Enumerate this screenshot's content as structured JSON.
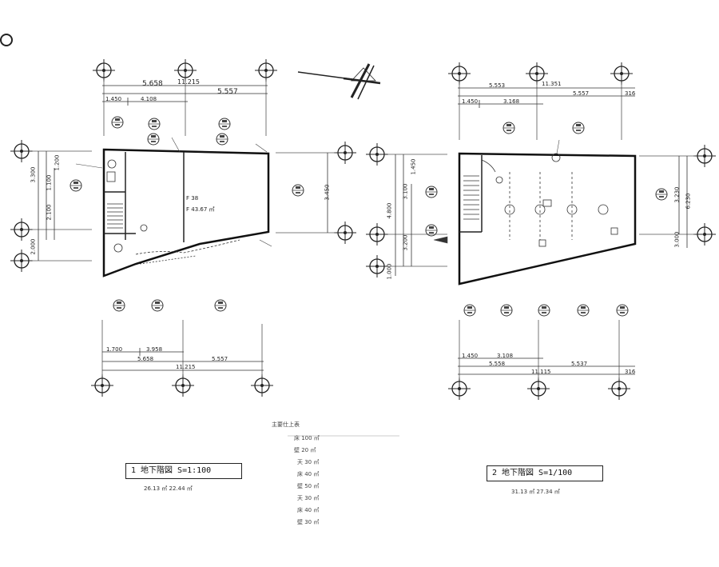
{
  "corner_mark": "O",
  "north_arrow": {
    "icon": "north-arrow-icon"
  },
  "plan_left": {
    "title": "1 地下階図  S=1:100",
    "area_line": "26.13 ㎡  22.44 ㎡",
    "dims_top": [
      "5.658",
      "5.557",
      "11.215",
      "1.450",
      "4.108"
    ],
    "dims_bottom": [
      "1.700",
      "3.958",
      "5.658",
      "5.557",
      "11.215"
    ],
    "dims_left": [
      "3.300",
      "1.100",
      "2.100",
      "2.000",
      "1.200"
    ],
    "dims_right": [
      "3.450"
    ],
    "room_text": [
      "F 38",
      "F 43.67 ㎡"
    ]
  },
  "plan_right": {
    "title": "2 地下階図  S=1/100",
    "area_line": "31.13 ㎡  27.34 ㎡",
    "dims_top": [
      "5.553",
      "5.557",
      "11.351",
      "1.450",
      "3.168",
      "316"
    ],
    "dims_bottom": [
      "1.450",
      "3.108",
      "5.558",
      "5.537",
      "11.115",
      "316"
    ],
    "dims_left": [
      "4.800",
      "3.100",
      "3.200",
      "1.000",
      "1.450"
    ],
    "dims_right": [
      "3.230",
      "6.230",
      "3.000"
    ]
  },
  "legend": {
    "heading": "主要仕上表",
    "rows": [
      "床 100 ㎡",
      "壁 20 ㎡",
      "天 30 ㎡",
      "床 40 ㎡",
      "壁 50 ㎡",
      "天 30 ㎡",
      "床 40 ㎡",
      "壁 30 ㎡"
    ]
  }
}
